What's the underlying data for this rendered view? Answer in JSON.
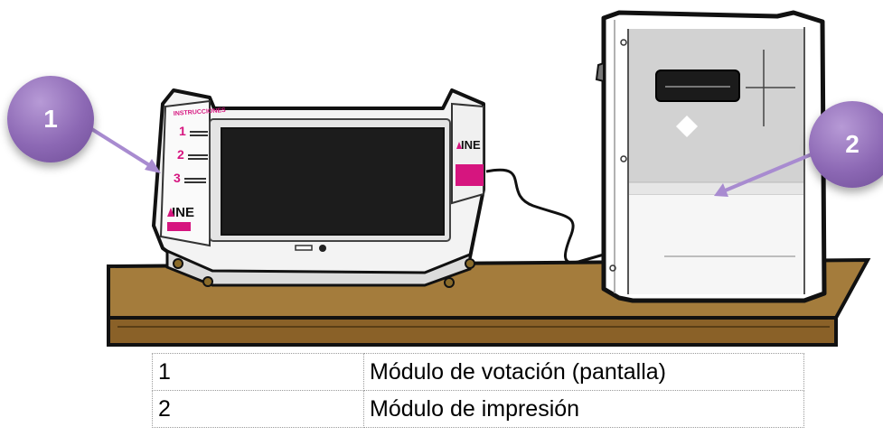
{
  "callouts": [
    {
      "label": "1",
      "target": "voting-module"
    },
    {
      "label": "2",
      "target": "printing-module"
    }
  ],
  "device_text": {
    "instructions_header": "INSTRUCCIONES",
    "steps": [
      "1",
      "2",
      "3"
    ],
    "brand": "INE"
  },
  "legend": {
    "rows": [
      {
        "number": "1",
        "description": "Módulo de votación (pantalla)"
      },
      {
        "number": "2",
        "description": "Módulo de impresión"
      }
    ]
  },
  "colors": {
    "accent_magenta": "#d6157f",
    "callout_purple": "#8c68b4",
    "table_wood": "#a07a3a",
    "screen": "#1c1c1c"
  }
}
